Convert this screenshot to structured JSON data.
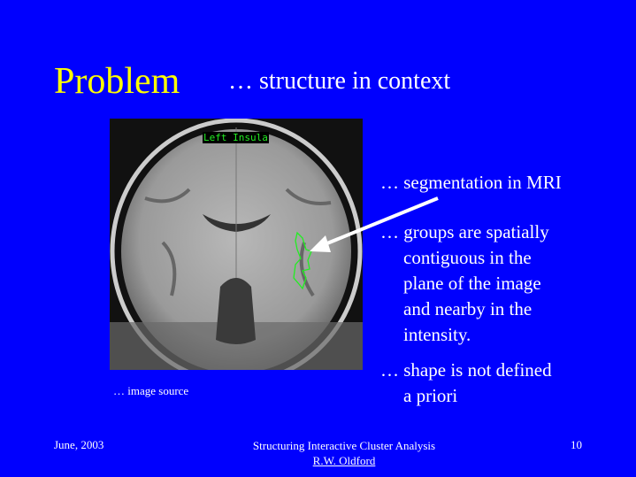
{
  "slide": {
    "title": "Problem",
    "subtitle": "…   structure in context",
    "image": {
      "label": "Left Insula",
      "caption": "…   image source"
    },
    "bullets": [
      {
        "lines": [
          "…   segmentation in MRI"
        ]
      },
      {
        "lines": [
          "…   groups are spatially",
          "contiguous in the",
          "plane of the image",
          "and nearby in the",
          "intensity."
        ]
      },
      {
        "lines": [
          "…   shape is not defined",
          "a priori"
        ]
      }
    ]
  },
  "footer": {
    "date": "June, 2003",
    "title": "Structuring Interactive Cluster Analysis",
    "author": "R.W. Oldford",
    "page": "10"
  },
  "colors": {
    "background": "#0000fe",
    "title": "#ffff00",
    "outline": "#22ee22"
  }
}
